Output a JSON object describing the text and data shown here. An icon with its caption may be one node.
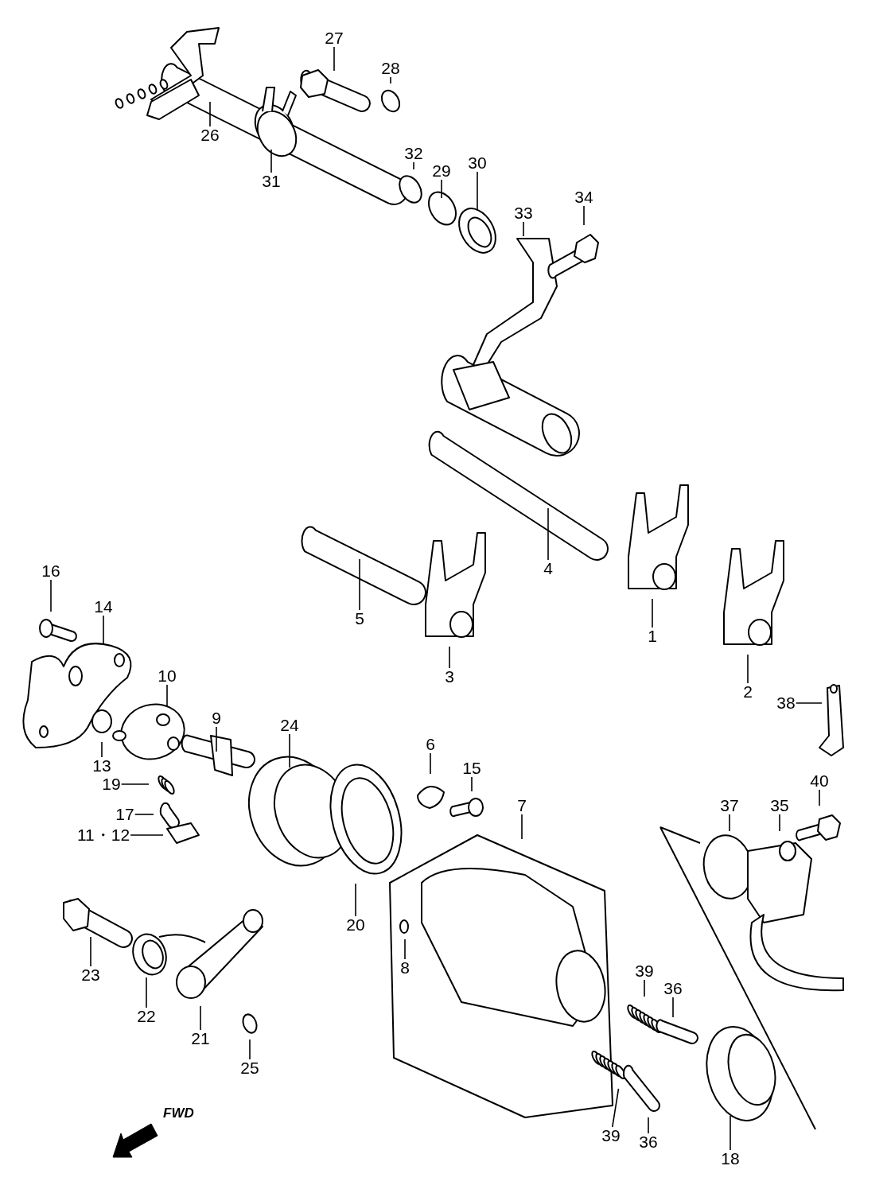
{
  "diagram": {
    "nodes": [
      {
        "text": [
          "28"
        ]
      },
      {
        "text": [
          "27"
        ]
      },
      {
        "text": [
          "26"
        ]
      },
      {
        "text": [
          "32"
        ]
      },
      {
        "text": [
          "29"
        ]
      },
      {
        "text": [
          "30"
        ]
      },
      {
        "text": [
          "31"
        ]
      },
      {
        "text": [
          "34"
        ]
      },
      {
        "text": [
          "33"
        ]
      },
      {
        "text": [
          "4"
        ]
      },
      {
        "text": [
          "16"
        ]
      },
      {
        "text": [
          "14"
        ]
      },
      {
        "text": [
          "5"
        ]
      },
      {
        "text": [
          "1"
        ]
      },
      {
        "text": [
          "3"
        ]
      },
      {
        "text": [
          "10"
        ]
      },
      {
        "text": [
          "2"
        ]
      },
      {
        "text": [
          "38"
        ]
      },
      {
        "text": [
          "9"
        ]
      },
      {
        "text": [
          "24"
        ]
      },
      {
        "text": [
          "6"
        ]
      },
      {
        "text": [
          "13"
        ]
      },
      {
        "text": [
          "15"
        ]
      },
      {
        "text": [
          "19"
        ]
      },
      {
        "text": [
          "17"
        ]
      },
      {
        "text": [
          "37"
        ]
      },
      {
        "text": [
          "35"
        ]
      },
      {
        "text": [
          "40"
        ]
      },
      {
        "text": [
          "7"
        ]
      },
      {
        "text": [
          "11・12"
        ]
      },
      {
        "text": [
          "20"
        ]
      },
      {
        "text": [
          "8"
        ]
      },
      {
        "text": [
          "39"
        ]
      },
      {
        "text": [
          "36"
        ]
      },
      {
        "text": [
          "23"
        ]
      },
      {
        "text": [
          "22"
        ]
      },
      {
        "text": [
          "21"
        ]
      },
      {
        "text": [
          "25"
        ]
      },
      {
        "text": [
          "39"
        ]
      },
      {
        "text": [
          "36"
        ]
      },
      {
        "text": [
          "18"
        ]
      }
    ],
    "edges": [
      {
        "from": 0,
        "to": null,
        "arrow": "none"
      },
      {
        "from": 1,
        "to": null,
        "arrow": "none"
      },
      {
        "from": 2,
        "to": null,
        "arrow": "none"
      },
      {
        "from": 3,
        "to": null,
        "arrow": "none"
      },
      {
        "from": 4,
        "to": null,
        "arrow": "none"
      },
      {
        "from": 5,
        "to": null,
        "arrow": "none"
      },
      {
        "from": 6,
        "to": null,
        "arrow": "none"
      },
      {
        "from": 7,
        "to": null,
        "arrow": "none"
      },
      {
        "from": 8,
        "to": null,
        "arrow": "none"
      },
      {
        "from": 9,
        "to": null,
        "arrow": "none"
      },
      {
        "from": 10,
        "to": null,
        "arrow": "none"
      },
      {
        "from": 11,
        "to": null,
        "arrow": "none"
      },
      {
        "from": 12,
        "to": null,
        "arrow": "none"
      },
      {
        "from": 13,
        "to": null,
        "arrow": "none"
      },
      {
        "from": 14,
        "to": null,
        "arrow": "none"
      },
      {
        "from": 15,
        "to": null,
        "arrow": "none"
      },
      {
        "from": 16,
        "to": null,
        "arrow": "none"
      },
      {
        "from": 17,
        "to": null,
        "arrow": "none"
      },
      {
        "from": 18,
        "to": null,
        "arrow": "none"
      },
      {
        "from": 19,
        "to": null,
        "arrow": "none"
      },
      {
        "from": 20,
        "to": null,
        "arrow": "none"
      },
      {
        "from": 21,
        "to": null,
        "arrow": "none"
      },
      {
        "from": 22,
        "to": null,
        "arrow": "none"
      },
      {
        "from": 23,
        "to": null,
        "arrow": "none"
      },
      {
        "from": 24,
        "to": null,
        "arrow": "none"
      },
      {
        "from": 25,
        "to": null,
        "arrow": "none"
      },
      {
        "from": 26,
        "to": null,
        "arrow": "none"
      },
      {
        "from": 27,
        "to": null,
        "arrow": "none"
      },
      {
        "from": 28,
        "to": null,
        "arrow": "none"
      },
      {
        "from": 29,
        "to": null,
        "arrow": "none"
      },
      {
        "from": 30,
        "to": null,
        "arrow": "none"
      },
      {
        "from": 31,
        "to": null,
        "arrow": "none"
      },
      {
        "from": 32,
        "to": null,
        "arrow": "none"
      },
      {
        "from": 33,
        "to": null,
        "arrow": "none"
      },
      {
        "from": 34,
        "to": null,
        "arrow": "none"
      },
      {
        "from": 35,
        "to": null,
        "arrow": "none"
      },
      {
        "from": 36,
        "to": null,
        "arrow": "none"
      },
      {
        "from": 37,
        "to": null,
        "arrow": "none"
      },
      {
        "from": 38,
        "to": null,
        "arrow": "none"
      },
      {
        "from": 39,
        "to": null,
        "arrow": "none"
      },
      {
        "from": 40,
        "to": null,
        "arrow": "none"
      }
    ],
    "labels": [
      "FWD"
    ]
  }
}
